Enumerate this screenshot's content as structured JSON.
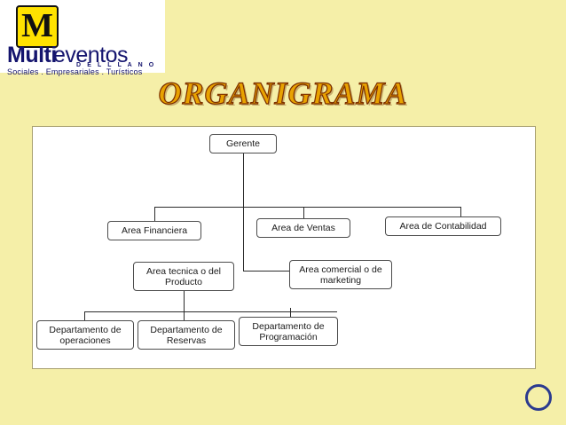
{
  "slide": {
    "title": "ORGANIGRAMA",
    "background_color": "#F5EFA8",
    "title_color": "#E8A200"
  },
  "logo": {
    "mark_letter": "M",
    "word_bold": "Multi",
    "word_regular": "eventos",
    "subtitle": "D E L   L L A N O",
    "tagline": "Sociales . Empresariales . Turísticos",
    "mark_bg_color": "#FFE200",
    "text_color": "#14146E"
  },
  "chart_data": {
    "type": "diagram",
    "title": "ORGANIGRAMA",
    "nodes": [
      {
        "id": "gerente",
        "label": "Gerente",
        "level": 0
      },
      {
        "id": "area-financiera",
        "label": "Area Financiera",
        "level": 1
      },
      {
        "id": "area-ventas",
        "label": "Area de Ventas",
        "level": 1
      },
      {
        "id": "area-contabilidad",
        "label": "Area de Contabilidad",
        "level": 1
      },
      {
        "id": "area-tecnica",
        "label": "Area tecnica o del Producto",
        "level": 2
      },
      {
        "id": "area-comercial",
        "label": "Area comercial o de marketing",
        "level": 2
      },
      {
        "id": "dep-operaciones",
        "label": "Departamento de operaciones",
        "level": 3
      },
      {
        "id": "dep-reservas",
        "label": "Departamento de Reservas",
        "level": 3
      },
      {
        "id": "dep-programacion",
        "label": "Departamento de Programación",
        "level": 3
      }
    ],
    "edges": [
      {
        "from": "gerente",
        "to": "area-financiera"
      },
      {
        "from": "gerente",
        "to": "area-ventas"
      },
      {
        "from": "gerente",
        "to": "area-contabilidad"
      },
      {
        "from": "area-ventas",
        "to": "area-tecnica"
      },
      {
        "from": "area-ventas",
        "to": "area-comercial"
      },
      {
        "from": "area-tecnica",
        "to": "dep-operaciones"
      },
      {
        "from": "area-tecnica",
        "to": "dep-reservas"
      },
      {
        "from": "area-tecnica",
        "to": "dep-programacion"
      }
    ]
  }
}
